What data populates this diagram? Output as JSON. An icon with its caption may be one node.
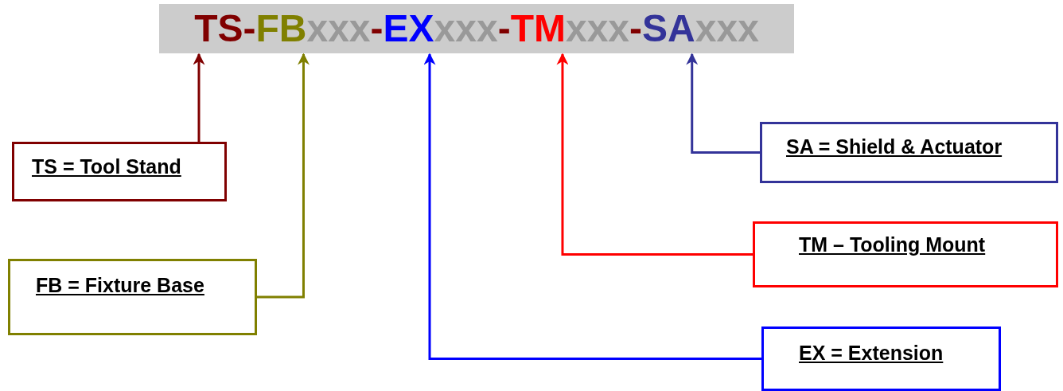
{
  "diagram": {
    "nodes": [
      {
        "text": [],
        "shape": "box"
      },
      {
        "text": [
          "TS"
        ],
        "in": 0
      },
      {
        "text": [
          "FB"
        ],
        "in": 0
      },
      {
        "text": [
          "EX"
        ],
        "in": 0
      },
      {
        "text": [
          "TM"
        ],
        "in": 0
      },
      {
        "text": [
          "SA"
        ],
        "in": 0
      },
      {
        "text": [
          "SA = Shield & Actuator"
        ]
      },
      {
        "text": [
          "TS = Tool Stand"
        ]
      },
      {
        "text": [
          "TM – Tooling Mount"
        ]
      },
      {
        "text": [
          "FB = Fixture Base"
        ]
      },
      {
        "text": [
          "EX = Extension"
        ]
      }
    ],
    "edges": [
      {
        "from": 7,
        "to": 1,
        "arrow": "to",
        "color": "#800000"
      },
      {
        "from": 9,
        "to": 2,
        "arrow": "to",
        "color": "#808000"
      },
      {
        "from": 10,
        "to": 3,
        "arrow": "to",
        "color": "#0000ff"
      },
      {
        "from": 8,
        "to": 4,
        "arrow": "to",
        "color": "#ff0000"
      },
      {
        "from": 6,
        "to": 5,
        "arrow": "to",
        "color": "#333399"
      }
    ],
    "labels": [
      "-",
      "xxx",
      "-",
      "xxx",
      "-",
      "xxx",
      "-",
      "xxx"
    ]
  }
}
